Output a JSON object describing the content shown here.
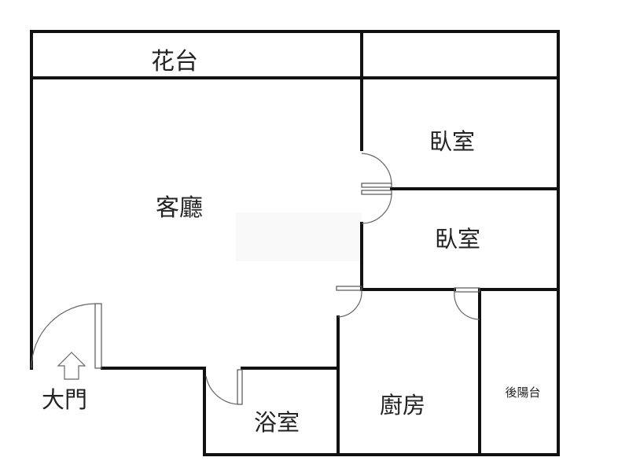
{
  "rooms": {
    "balcony_front": "花台",
    "living_room": "客廳",
    "bedroom_1": "臥室",
    "bedroom_2": "臥室",
    "bathroom": "浴室",
    "kitchen": "廚房",
    "back_balcony": "後陽台",
    "main_door": "大門"
  },
  "icons": {
    "entrance": "up-arrow-icon"
  },
  "colors": {
    "wall": "#111111",
    "door": "#666666",
    "text": "#222222"
  }
}
